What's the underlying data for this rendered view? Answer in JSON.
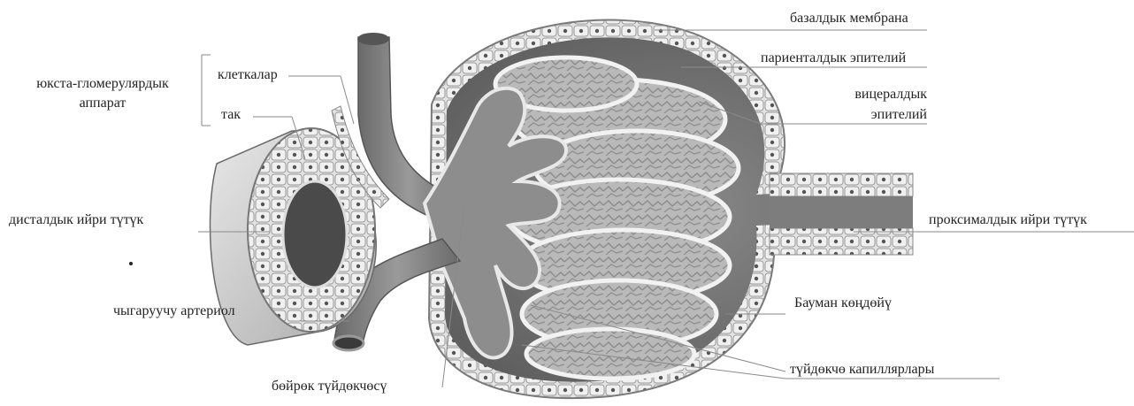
{
  "labels": {
    "juxta_line1": "юкста-гломерулярдык",
    "juxta_line2": "аппарат",
    "cells": "клеткалар",
    "spot": "так",
    "distal": "дисталдык ийри түтүк",
    "efferent": "чыгаруучу артериол",
    "glomerulus": "бөйрөк түйдөкчөсү",
    "basement": "базалдык мембрана",
    "parietal": "париенталдык эпителий",
    "visceral_line1": "вицералдык",
    "visceral_line2": "эпителий",
    "proximal": "проксималдык ийри түтүк",
    "bowman": "Бауман көңдөйү",
    "capillaries": "түйдөкчө капиллярлары"
  },
  "colors": {
    "tissue_dark": "#6e6e6e",
    "tissue_mid": "#9a9a9a",
    "tissue_light": "#cfcfcf",
    "vessel": "#7f7f7f",
    "line": "#8a8a8a",
    "text": "#222222"
  }
}
